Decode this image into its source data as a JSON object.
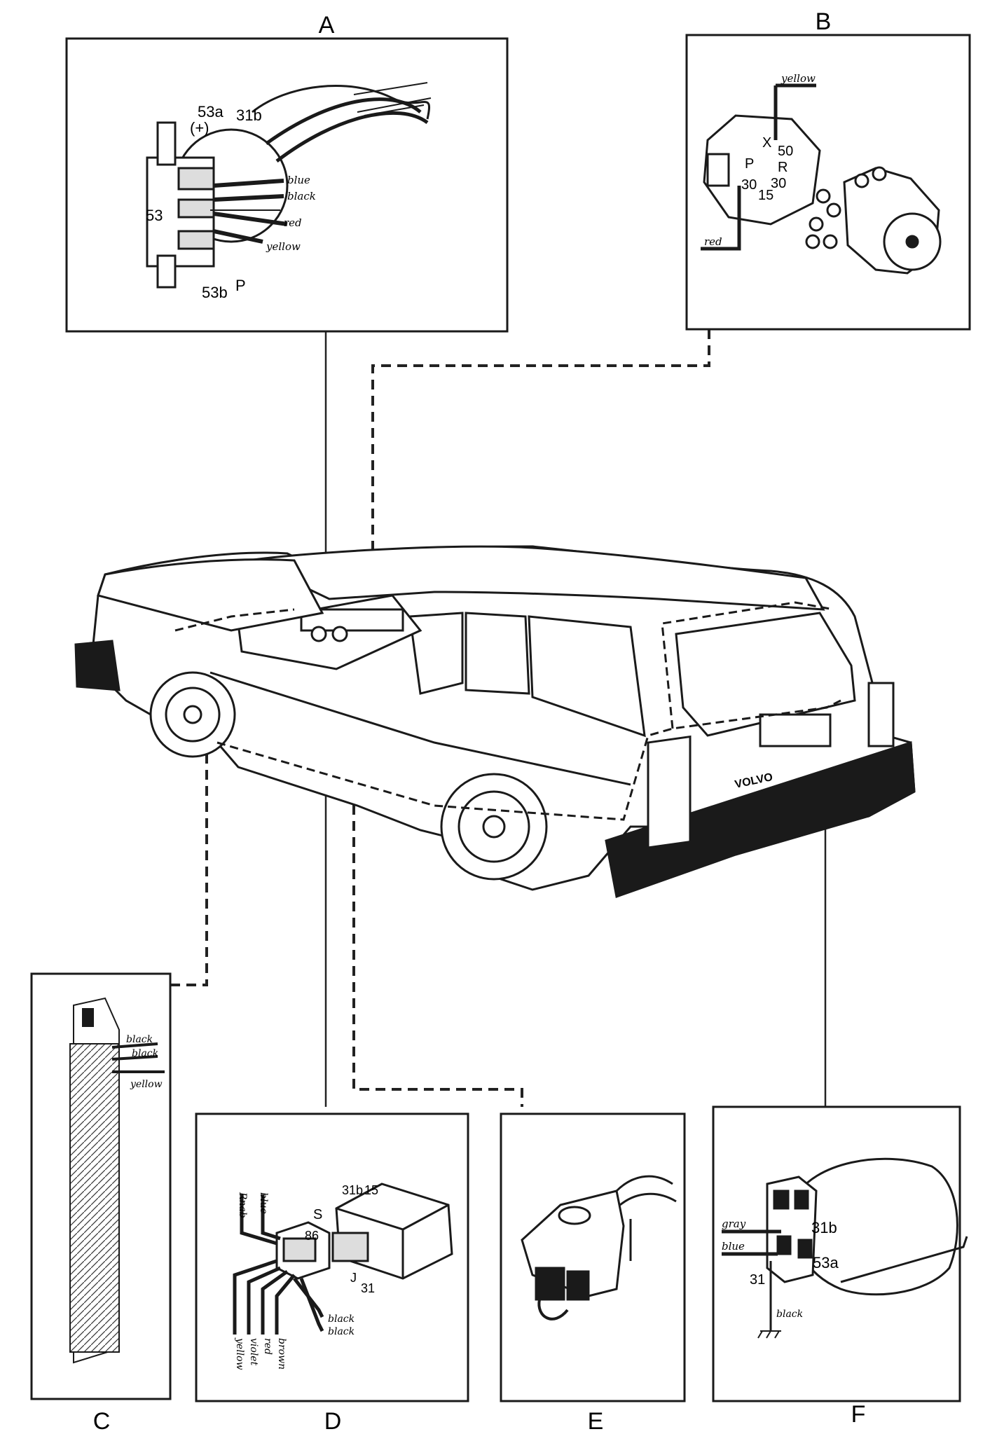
{
  "panels": {
    "A": {
      "letter": "A",
      "terminals": [
        "53a",
        "(+)",
        "31b",
        "53",
        "53b",
        "P"
      ],
      "wires": [
        "blue",
        "black",
        "red",
        "yellow"
      ]
    },
    "B": {
      "letter": "B",
      "terminals": [
        "X",
        "50",
        "P",
        "R",
        "30",
        "30",
        "15"
      ],
      "wires": [
        "yellow",
        "red"
      ]
    },
    "C": {
      "letter": "C",
      "wires": [
        "black",
        "black",
        "yellow"
      ]
    },
    "D": {
      "letter": "D",
      "terminals": [
        "31b",
        "15",
        "S",
        "86",
        "J",
        "31"
      ],
      "wires_top": [
        "Rnab",
        "blue"
      ],
      "wires_bottom": [
        "yellow",
        "violet",
        "red",
        "brown",
        "black",
        "black"
      ]
    },
    "E": {
      "letter": "E"
    },
    "F": {
      "letter": "F",
      "terminals": [
        "31b",
        "53a",
        "31"
      ],
      "wires": [
        "gray",
        "blue",
        "black"
      ]
    }
  },
  "car": {
    "badge": "VOLVO"
  }
}
